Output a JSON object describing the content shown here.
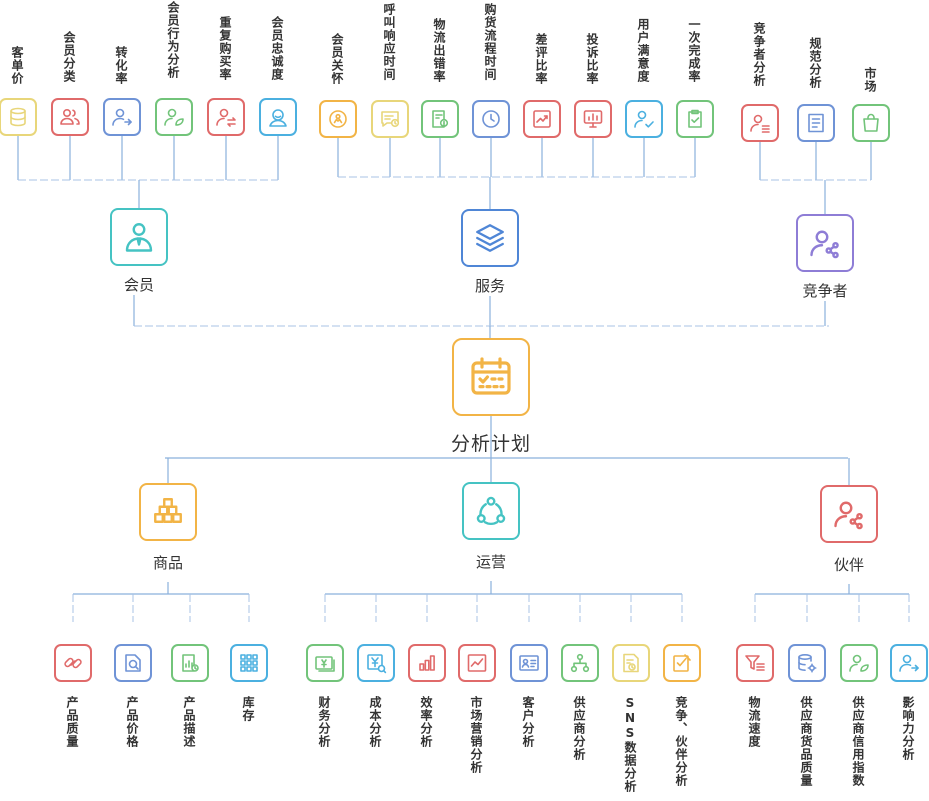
{
  "colors": {
    "yellow": "#e8d67a",
    "red": "#e06a6a",
    "blue": "#6f93d6",
    "green": "#72c47a",
    "lightblue": "#4bb0e0",
    "teal": "#45c3c3",
    "orange": "#f2b446",
    "purple": "#8e7dd6",
    "blue2": "#4f86d6",
    "connector": "#8ab0dc",
    "connector_dash": "#a8c3e6"
  },
  "center": {
    "label": "分析计划",
    "icon": "calendar-icon"
  },
  "top_groups": [
    {
      "key": "member",
      "label": "会员",
      "icon": "member-icon",
      "items": [
        {
          "label": "客单价",
          "icon": "database-icon"
        },
        {
          "label": "会员分类",
          "icon": "users-icon"
        },
        {
          "label": "转化率",
          "icon": "user-arrow-icon"
        },
        {
          "label": "会员行为分析",
          "icon": "user-leaf-icon"
        },
        {
          "label": "重复购买率",
          "icon": "user-exchange-icon"
        },
        {
          "label": "会员忠诚度",
          "icon": "user-smile-icon"
        }
      ]
    },
    {
      "key": "service",
      "label": "服务",
      "icon": "layers-icon",
      "items": [
        {
          "label": "会员关怀",
          "icon": "care-icon"
        },
        {
          "label": "呼叫响应时间",
          "icon": "message-clock-icon"
        },
        {
          "label": "物流出错率",
          "icon": "doc-error-icon"
        },
        {
          "label": "购货流程时间",
          "icon": "clock-icon"
        },
        {
          "label": "差评比率",
          "icon": "chart-trend-icon"
        },
        {
          "label": "投诉比率",
          "icon": "monitor-bars-icon"
        },
        {
          "label": "用户满意度",
          "icon": "user-check-icon"
        },
        {
          "label": "一次完成率",
          "icon": "clipboard-check-icon"
        }
      ]
    },
    {
      "key": "competitor",
      "label": "竞争者",
      "icon": "user-share-icon",
      "items": [
        {
          "label": "竞争者分析",
          "icon": "user-list-icon"
        },
        {
          "label": "规范分析",
          "icon": "document-icon"
        },
        {
          "label": "市场",
          "icon": "bag-icon"
        }
      ]
    }
  ],
  "bottom_groups": [
    {
      "key": "goods",
      "label": "商品",
      "icon": "boxes-icon",
      "items": [
        {
          "label": "产品质量",
          "icon": "chain-icon"
        },
        {
          "label": "产品价格",
          "icon": "price-tag-icon"
        },
        {
          "label": "产品描述",
          "icon": "doc-chart-icon"
        },
        {
          "label": "库存",
          "icon": "grid-icon"
        }
      ]
    },
    {
      "key": "operation",
      "label": "运营",
      "icon": "cycle-icon",
      "items": [
        {
          "label": "财务分析",
          "icon": "money-icon"
        },
        {
          "label": "成本分析",
          "icon": "yen-search-icon"
        },
        {
          "label": "效率分析",
          "icon": "bar-chart-icon"
        },
        {
          "label": "市场营销分析",
          "icon": "trend-board-icon"
        },
        {
          "label": "客户分析",
          "icon": "id-card-icon"
        },
        {
          "label": "供应商分析",
          "icon": "org-chart-icon"
        },
        {
          "label": "SNS数据分析",
          "icon": "doc-clock-icon"
        },
        {
          "label": "竞争、伙伴分析",
          "icon": "edit-box-icon"
        }
      ]
    },
    {
      "key": "partner",
      "label": "伙伴",
      "icon": "user-share-icon",
      "items": [
        {
          "label": "物流速度",
          "icon": "filter-list-icon"
        },
        {
          "label": "供应商货品质量",
          "icon": "database-gear-icon"
        },
        {
          "label": "供应商信用指数",
          "icon": "user-leaf-icon"
        },
        {
          "label": "影响力分析",
          "icon": "user-arrow-icon"
        }
      ]
    }
  ]
}
